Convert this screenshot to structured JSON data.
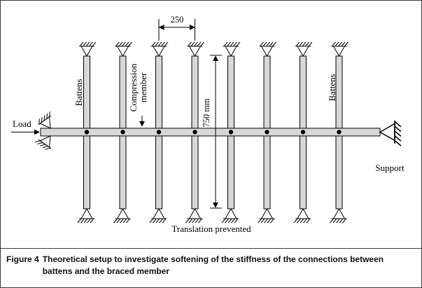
{
  "figure": {
    "label": "Figure 4",
    "caption": "Theoretical setup to investigate softening of the stiffness of the connections between battens and the braced member"
  },
  "diagram": {
    "batten_count": 8,
    "labels": {
      "load": "Load",
      "support": "Support",
      "battens_left": "Battens",
      "battens_right": "Battens",
      "compression_line1": "Compression",
      "compression_line2": "member",
      "translation": "Translation prevented"
    },
    "dimensions": {
      "spacing": "250",
      "height": "750 mm"
    },
    "colors": {
      "steel_fill": "#d8d8d8",
      "line": "#000000"
    }
  }
}
